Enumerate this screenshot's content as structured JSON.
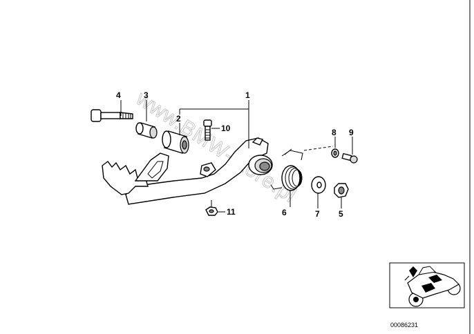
{
  "diagram": {
    "callouts": [
      "1",
      "2",
      "3",
      "4",
      "5",
      "6",
      "7",
      "8",
      "9",
      "10",
      "11"
    ],
    "watermark": "www.BMW-store.pl",
    "thumbnail": {
      "code": "00086231"
    }
  }
}
